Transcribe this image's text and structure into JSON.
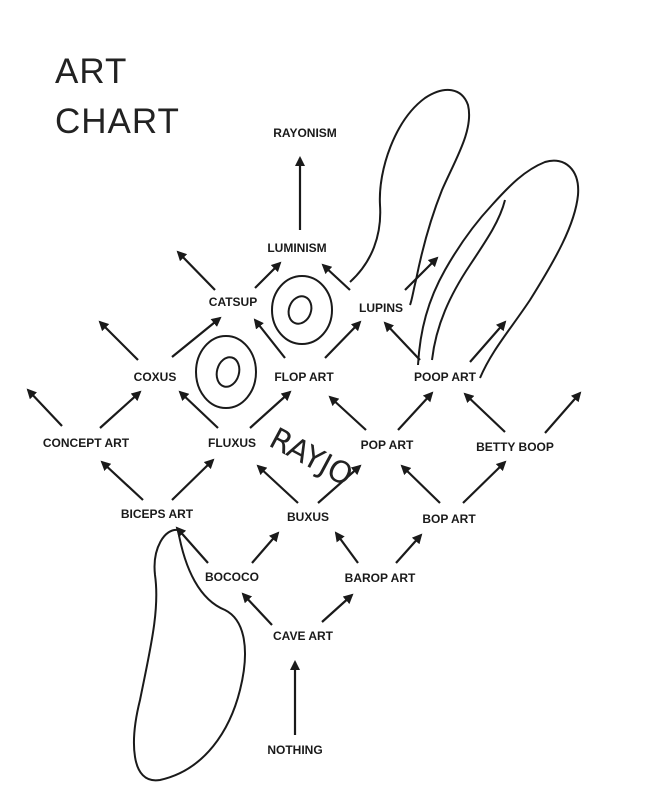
{
  "title": {
    "line1": "ART",
    "line2": "CHART"
  },
  "scribble_text": "RAYJO",
  "nodes": {
    "rayonism": "RAYONISM",
    "luminism": "LUMINISM",
    "catsup": "CATSUP",
    "lupins": "LUPINS",
    "coxus": "COXUS",
    "flop_art": "FLOP ART",
    "poop_art": "POOP ART",
    "concept_art": "CONCEPT ART",
    "fluxus": "FLUXUS",
    "pop_art": "POP ART",
    "betty_boop": "BETTY BOOP",
    "biceps_art": "BICEPS ART",
    "buxus": "BUXUS",
    "bop_art": "BOP ART",
    "bococo": "BOCOCO",
    "barop_art": "BAROP ART",
    "cave_art": "CAVE ART",
    "nothing": "NOTHING"
  },
  "edges": [
    [
      "nothing",
      "cave_art"
    ],
    [
      "cave_art",
      "bococo"
    ],
    [
      "cave_art",
      "barop_art"
    ],
    [
      "bococo",
      "biceps_art"
    ],
    [
      "bococo",
      "buxus"
    ],
    [
      "barop_art",
      "buxus"
    ],
    [
      "barop_art",
      "bop_art"
    ],
    [
      "biceps_art",
      "concept_art"
    ],
    [
      "biceps_art",
      "fluxus"
    ],
    [
      "buxus",
      "fluxus"
    ],
    [
      "buxus",
      "pop_art"
    ],
    [
      "bop_art",
      "pop_art"
    ],
    [
      "bop_art",
      "betty_boop"
    ],
    [
      "concept_art",
      "coxus"
    ],
    [
      "fluxus",
      "coxus"
    ],
    [
      "fluxus",
      "flop_art"
    ],
    [
      "pop_art",
      "flop_art"
    ],
    [
      "pop_art",
      "poop_art"
    ],
    [
      "betty_boop",
      "poop_art"
    ],
    [
      "coxus",
      "catsup"
    ],
    [
      "flop_art",
      "catsup"
    ],
    [
      "flop_art",
      "lupins"
    ],
    [
      "poop_art",
      "lupins"
    ],
    [
      "catsup",
      "luminism"
    ],
    [
      "lupins",
      "luminism"
    ],
    [
      "luminism",
      "rayonism"
    ]
  ]
}
